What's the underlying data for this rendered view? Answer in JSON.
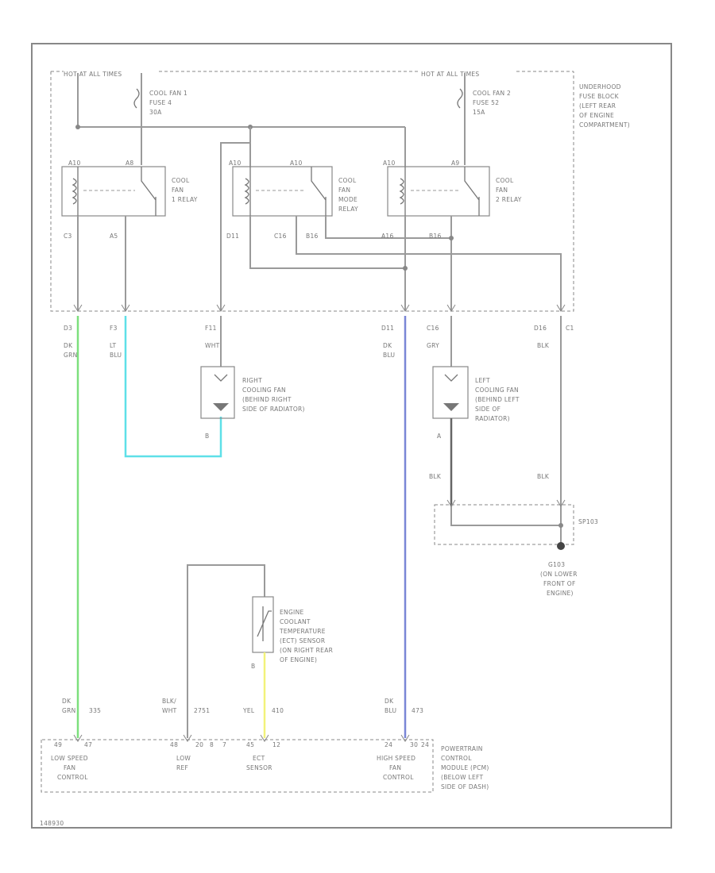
{
  "colors": {
    "wire_default": "#9a9a9a",
    "wire_dk_grn": "#7de07d",
    "wire_lt_blu": "#5ee0e8",
    "wire_dk_blu": "#7a86d6",
    "wire_yel": "#f2f27a",
    "wire_blk": "#666666"
  },
  "fuse_block": {
    "hot_left": "HOT AT ALL TIMES",
    "hot_right": "HOT AT ALL TIMES",
    "title": [
      "UNDERHOOD",
      "FUSE BLOCK",
      "(LEFT REAR",
      "OF ENGINE",
      "COMPARTMENT)"
    ],
    "fuse1": [
      "COOL FAN 1",
      "FUSE 4",
      "30A"
    ],
    "fuse2": [
      "COOL FAN 2",
      "FUSE 52",
      "15A"
    ]
  },
  "relays": [
    {
      "name": [
        "COOL",
        "FAN",
        "1 RELAY"
      ],
      "pin_a": "A10",
      "pin_b": "A8"
    },
    {
      "name": [
        "COOL",
        "FAN",
        "MODE",
        "RELAY"
      ],
      "pin_a": "A10",
      "pin_b": "A10"
    },
    {
      "name": [
        "COOL",
        "FAN",
        "2 RELAY"
      ],
      "pin_a": "A10",
      "pin_b": "A9"
    }
  ],
  "internal_labels": [
    "C3",
    "A5",
    "D11",
    "C16",
    "B16",
    "A16",
    "B16"
  ],
  "connectors": [
    {
      "pin": "D3",
      "wire": [
        "DK",
        "GRN"
      ]
    },
    {
      "pin": "F3",
      "wire": [
        "LT",
        "BLU"
      ]
    },
    {
      "pin": "F11",
      "wire": [
        "WHT"
      ]
    },
    {
      "pin": "D11",
      "wire": [
        "DK",
        "BLU"
      ]
    },
    {
      "pin": "C16",
      "wire": [
        "GRY"
      ]
    },
    {
      "pin": "D16",
      "wire": [
        "BLK"
      ]
    },
    {
      "pin": "C1",
      "wire": []
    }
  ],
  "right_fan": {
    "label": [
      "RIGHT",
      "COOLING FAN",
      "(BEHIND RIGHT",
      "SIDE OF RADIATOR)"
    ],
    "pin": "B"
  },
  "left_fan": {
    "label": [
      "LEFT",
      "COOLING FAN",
      "(BEHIND LEFT",
      "SIDE OF",
      "RADIATOR)"
    ],
    "pin": "A"
  },
  "ground": {
    "wire_left": "BLK",
    "wire_right": "BLK",
    "splice": "SP103",
    "label": [
      "G103",
      "(ON LOWER",
      "FRONT OF",
      "ENGINE)"
    ]
  },
  "ect_sensor": {
    "label": [
      "ENGINE",
      "COOLANT",
      "TEMPERATURE",
      "(ECT) SENSOR",
      "(ON RIGHT REAR",
      "OF ENGINE)"
    ],
    "pin": "B"
  },
  "pcm": {
    "wires": [
      {
        "color": [
          "DK",
          "GRN"
        ],
        "circuit": "335"
      },
      {
        "color": [
          "BLK/",
          "WHT"
        ],
        "circuit": "2751"
      },
      {
        "color": [
          "YEL"
        ],
        "circuit": "410"
      },
      {
        "color": [
          "DK",
          "BLU"
        ],
        "circuit": "473"
      }
    ],
    "pins": [
      "49",
      "47",
      "48",
      "20",
      "8",
      "7",
      "45",
      "12",
      "24",
      "30",
      "24"
    ],
    "inputs": [
      {
        "label": [
          "LOW SPEED",
          "FAN",
          "CONTROL"
        ]
      },
      {
        "label": [
          "LOW",
          "REF"
        ]
      },
      {
        "label": [
          "ECT",
          "SENSOR"
        ]
      },
      {
        "label": [
          "HIGH SPEED",
          "FAN",
          "CONTROL"
        ]
      }
    ],
    "title": [
      "POWERTRAIN",
      "CONTROL",
      "MODULE (PCM)",
      "(BELOW LEFT",
      "SIDE OF DASH)"
    ]
  },
  "footer_code": "148930"
}
